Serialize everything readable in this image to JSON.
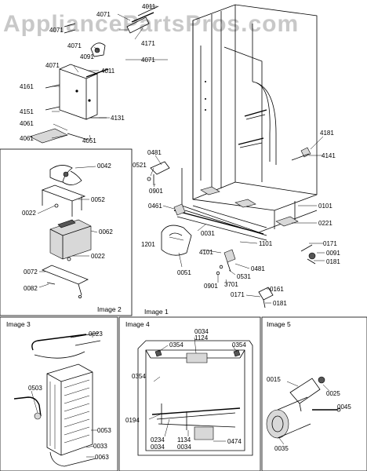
{
  "watermark": "AppliancePartsPros.com",
  "captions": {
    "image1": "Image 1",
    "image2": "Image 2",
    "image3": "Image 3",
    "image4": "Image 4",
    "image5": "Image 5"
  },
  "parts_main": {
    "p4011a": "4011",
    "p4071a": "4071",
    "p4071b": "4071",
    "p4171": "4171",
    "p4091": "4091",
    "p4071c": "4071",
    "p4071d": "4071",
    "p4011b": "4011",
    "p4161": "4161",
    "p4151": "4151",
    "p4131": "4131",
    "p4061a": "4061",
    "p4061b": "4061",
    "p4051": "4051",
    "p4181": "4181",
    "p4141": "4141",
    "p0481a": "0481",
    "p0521": "0521",
    "p0901a": "0901",
    "p0461": "0461",
    "p0101": "0101",
    "p0221": "0221",
    "p0031": "0031",
    "p1201": "1201",
    "p4101": "4101",
    "p1101": "1101",
    "p0171a": "0171",
    "p0091": "0091",
    "p0181a": "0181",
    "p0481b": "0481",
    "p0531": "0531",
    "p0051": "0051",
    "p0901b": "0901",
    "p3701": "3701",
    "p0161": "0161",
    "p0171b": "0171",
    "p0181b": "0181"
  },
  "parts_img2": {
    "p0042": "0042",
    "p0052": "0052",
    "p0022a": "0022",
    "p0062": "0062",
    "p0022b": "0022",
    "p0072": "0072",
    "p0082": "0082"
  },
  "parts_img3": {
    "p0023": "0023",
    "p0503": "0503",
    "p0053": "0053",
    "p0033": "0033",
    "p0063": "0063"
  },
  "parts_img4": {
    "p0034a": "0034",
    "p1124": "1124",
    "p0354a": "0354",
    "p0354b": "0354",
    "p0354c": "0354",
    "p0194": "0194",
    "p0234": "0234",
    "p0034b": "0034",
    "p1134": "1134",
    "p0034c": "0034",
    "p0474": "0474"
  },
  "parts_img5": {
    "p0015": "0015",
    "p0025": "0025",
    "p0045": "0045",
    "p0035": "0035"
  }
}
